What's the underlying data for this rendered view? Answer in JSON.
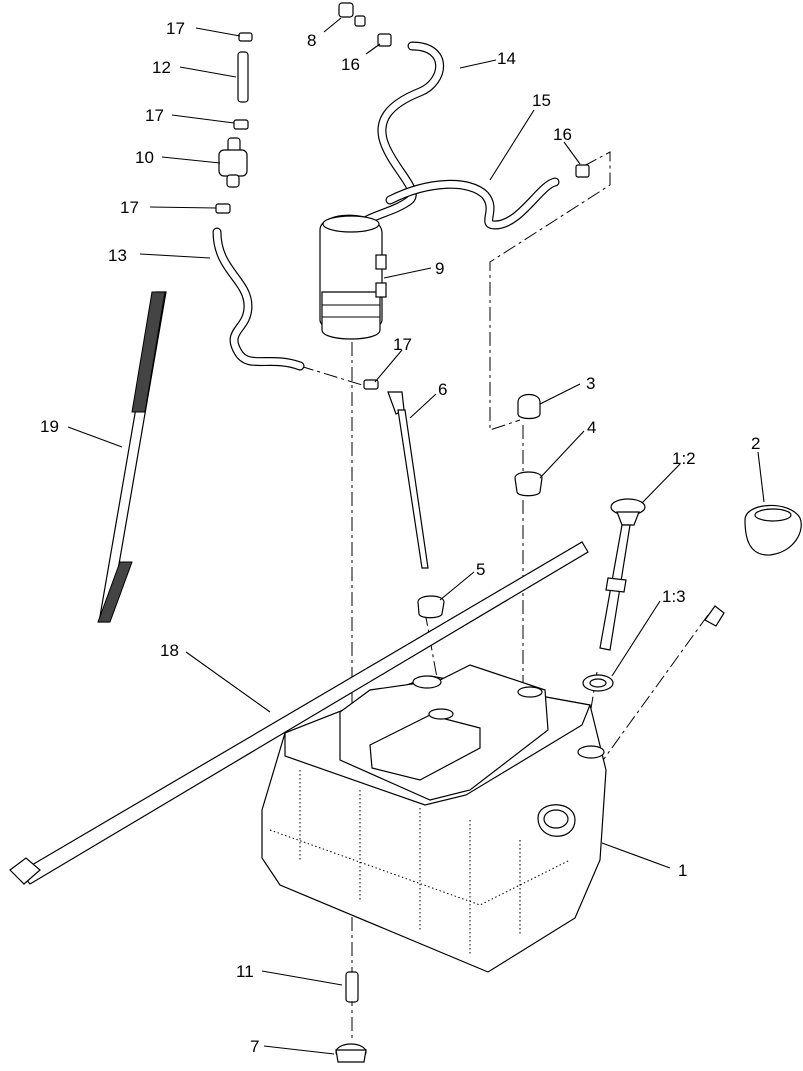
{
  "diagram": {
    "callouts": [
      {
        "id": "c17a",
        "label": "17"
      },
      {
        "id": "c12",
        "label": "12"
      },
      {
        "id": "c17b",
        "label": "17"
      },
      {
        "id": "c10",
        "label": "10"
      },
      {
        "id": "c17c",
        "label": "17"
      },
      {
        "id": "c13",
        "label": "13"
      },
      {
        "id": "c8",
        "label": "8"
      },
      {
        "id": "c16a",
        "label": "16"
      },
      {
        "id": "c14",
        "label": "14"
      },
      {
        "id": "c15",
        "label": "15"
      },
      {
        "id": "c16b",
        "label": "16"
      },
      {
        "id": "c9",
        "label": "9"
      },
      {
        "id": "c17d",
        "label": "17"
      },
      {
        "id": "c6",
        "label": "6"
      },
      {
        "id": "c3",
        "label": "3"
      },
      {
        "id": "c4",
        "label": "4"
      },
      {
        "id": "c19",
        "label": "19"
      },
      {
        "id": "c12b",
        "label": "1:2"
      },
      {
        "id": "c2",
        "label": "2"
      },
      {
        "id": "c5",
        "label": "5"
      },
      {
        "id": "c13b",
        "label": "1:3"
      },
      {
        "id": "c18",
        "label": "18"
      },
      {
        "id": "c1",
        "label": "1"
      },
      {
        "id": "c11",
        "label": "11"
      },
      {
        "id": "c7",
        "label": "7"
      }
    ]
  }
}
